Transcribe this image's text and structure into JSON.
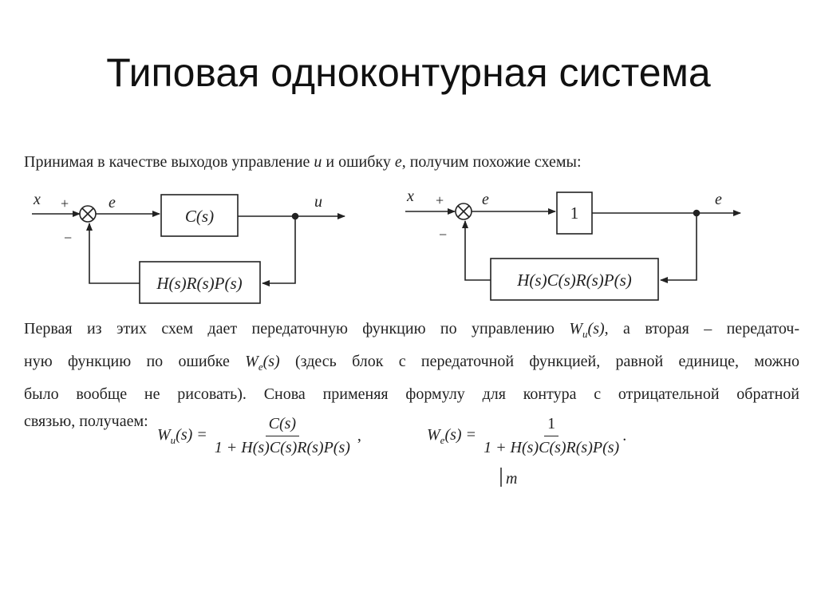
{
  "slide": {
    "title": "Типовая одноконтурная система"
  },
  "paragraph1": {
    "prefix": "Принимая в качестве выходов управление ",
    "u": "u",
    "mid": " и ошибку ",
    "e": "e",
    "suffix": ", получим похожие схемы:"
  },
  "diagram_left": {
    "input_label": "x",
    "plus_sign": "+",
    "minus_sign": "−",
    "error_label": "e",
    "forward_block": "C(s)",
    "output_label": "u",
    "feedback_block": "H(s)R(s)P(s)"
  },
  "diagram_right": {
    "input_label": "x",
    "plus_sign": "+",
    "minus_sign": "−",
    "error_label": "e",
    "forward_block": "1",
    "output_label": "e",
    "feedback_block": "H(s)C(s)R(s)P(s)"
  },
  "paragraph2": {
    "l1_a": "Первая из этих схем дает передаточную функцию по управлению ",
    "l1_W": "W",
    "l1_sub": "u",
    "l1_arg": "(s)",
    "l1_b": ", а вторая – передаточ-",
    "l2_a": "ную функцию по ошибке ",
    "l2_W": "W",
    "l2_sub": "e",
    "l2_arg": "(s)",
    "l2_b": " (здесь блок с передаточной функцией, равной единице, можно",
    "l3": "было вообще не рисовать). Снова применяя формулу для контура с отрицательной обратной",
    "l4": "связью, получаем:"
  },
  "formula_wu": {
    "lhs_W": "W",
    "lhs_sub": "u",
    "lhs_rest": "(s) =",
    "numerator": "C(s)",
    "denominator": "1 + H(s)C(s)R(s)P(s)",
    "trailing": " ,"
  },
  "formula_we": {
    "lhs_W": "W",
    "lhs_sub": "e",
    "lhs_rest": "(s) =",
    "numerator": "1",
    "denominator": "1 + H(s)C(s)R(s)P(s)",
    "trailing": "."
  },
  "marker": {
    "text": "m"
  }
}
